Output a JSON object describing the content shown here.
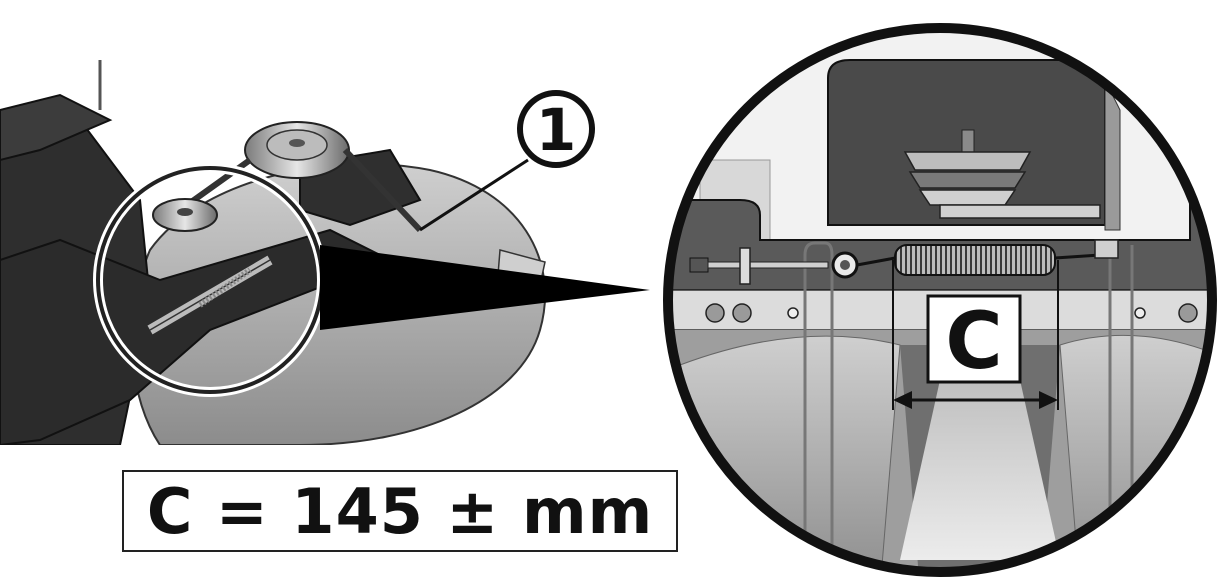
{
  "callouts": {
    "item_number": "1",
    "dimension_letter": "C"
  },
  "specification": {
    "formula": "C = 145 ± mm"
  },
  "icons": {
    "spring": "tension-spring-icon",
    "dimension_arrow": "double-arrow-icon"
  },
  "colors": {
    "line": "#111111",
    "metal_dark": "#3a3a3a",
    "metal_mid": "#8a8a8a",
    "metal_light": "#d4d4d4",
    "background": "#ffffff"
  }
}
